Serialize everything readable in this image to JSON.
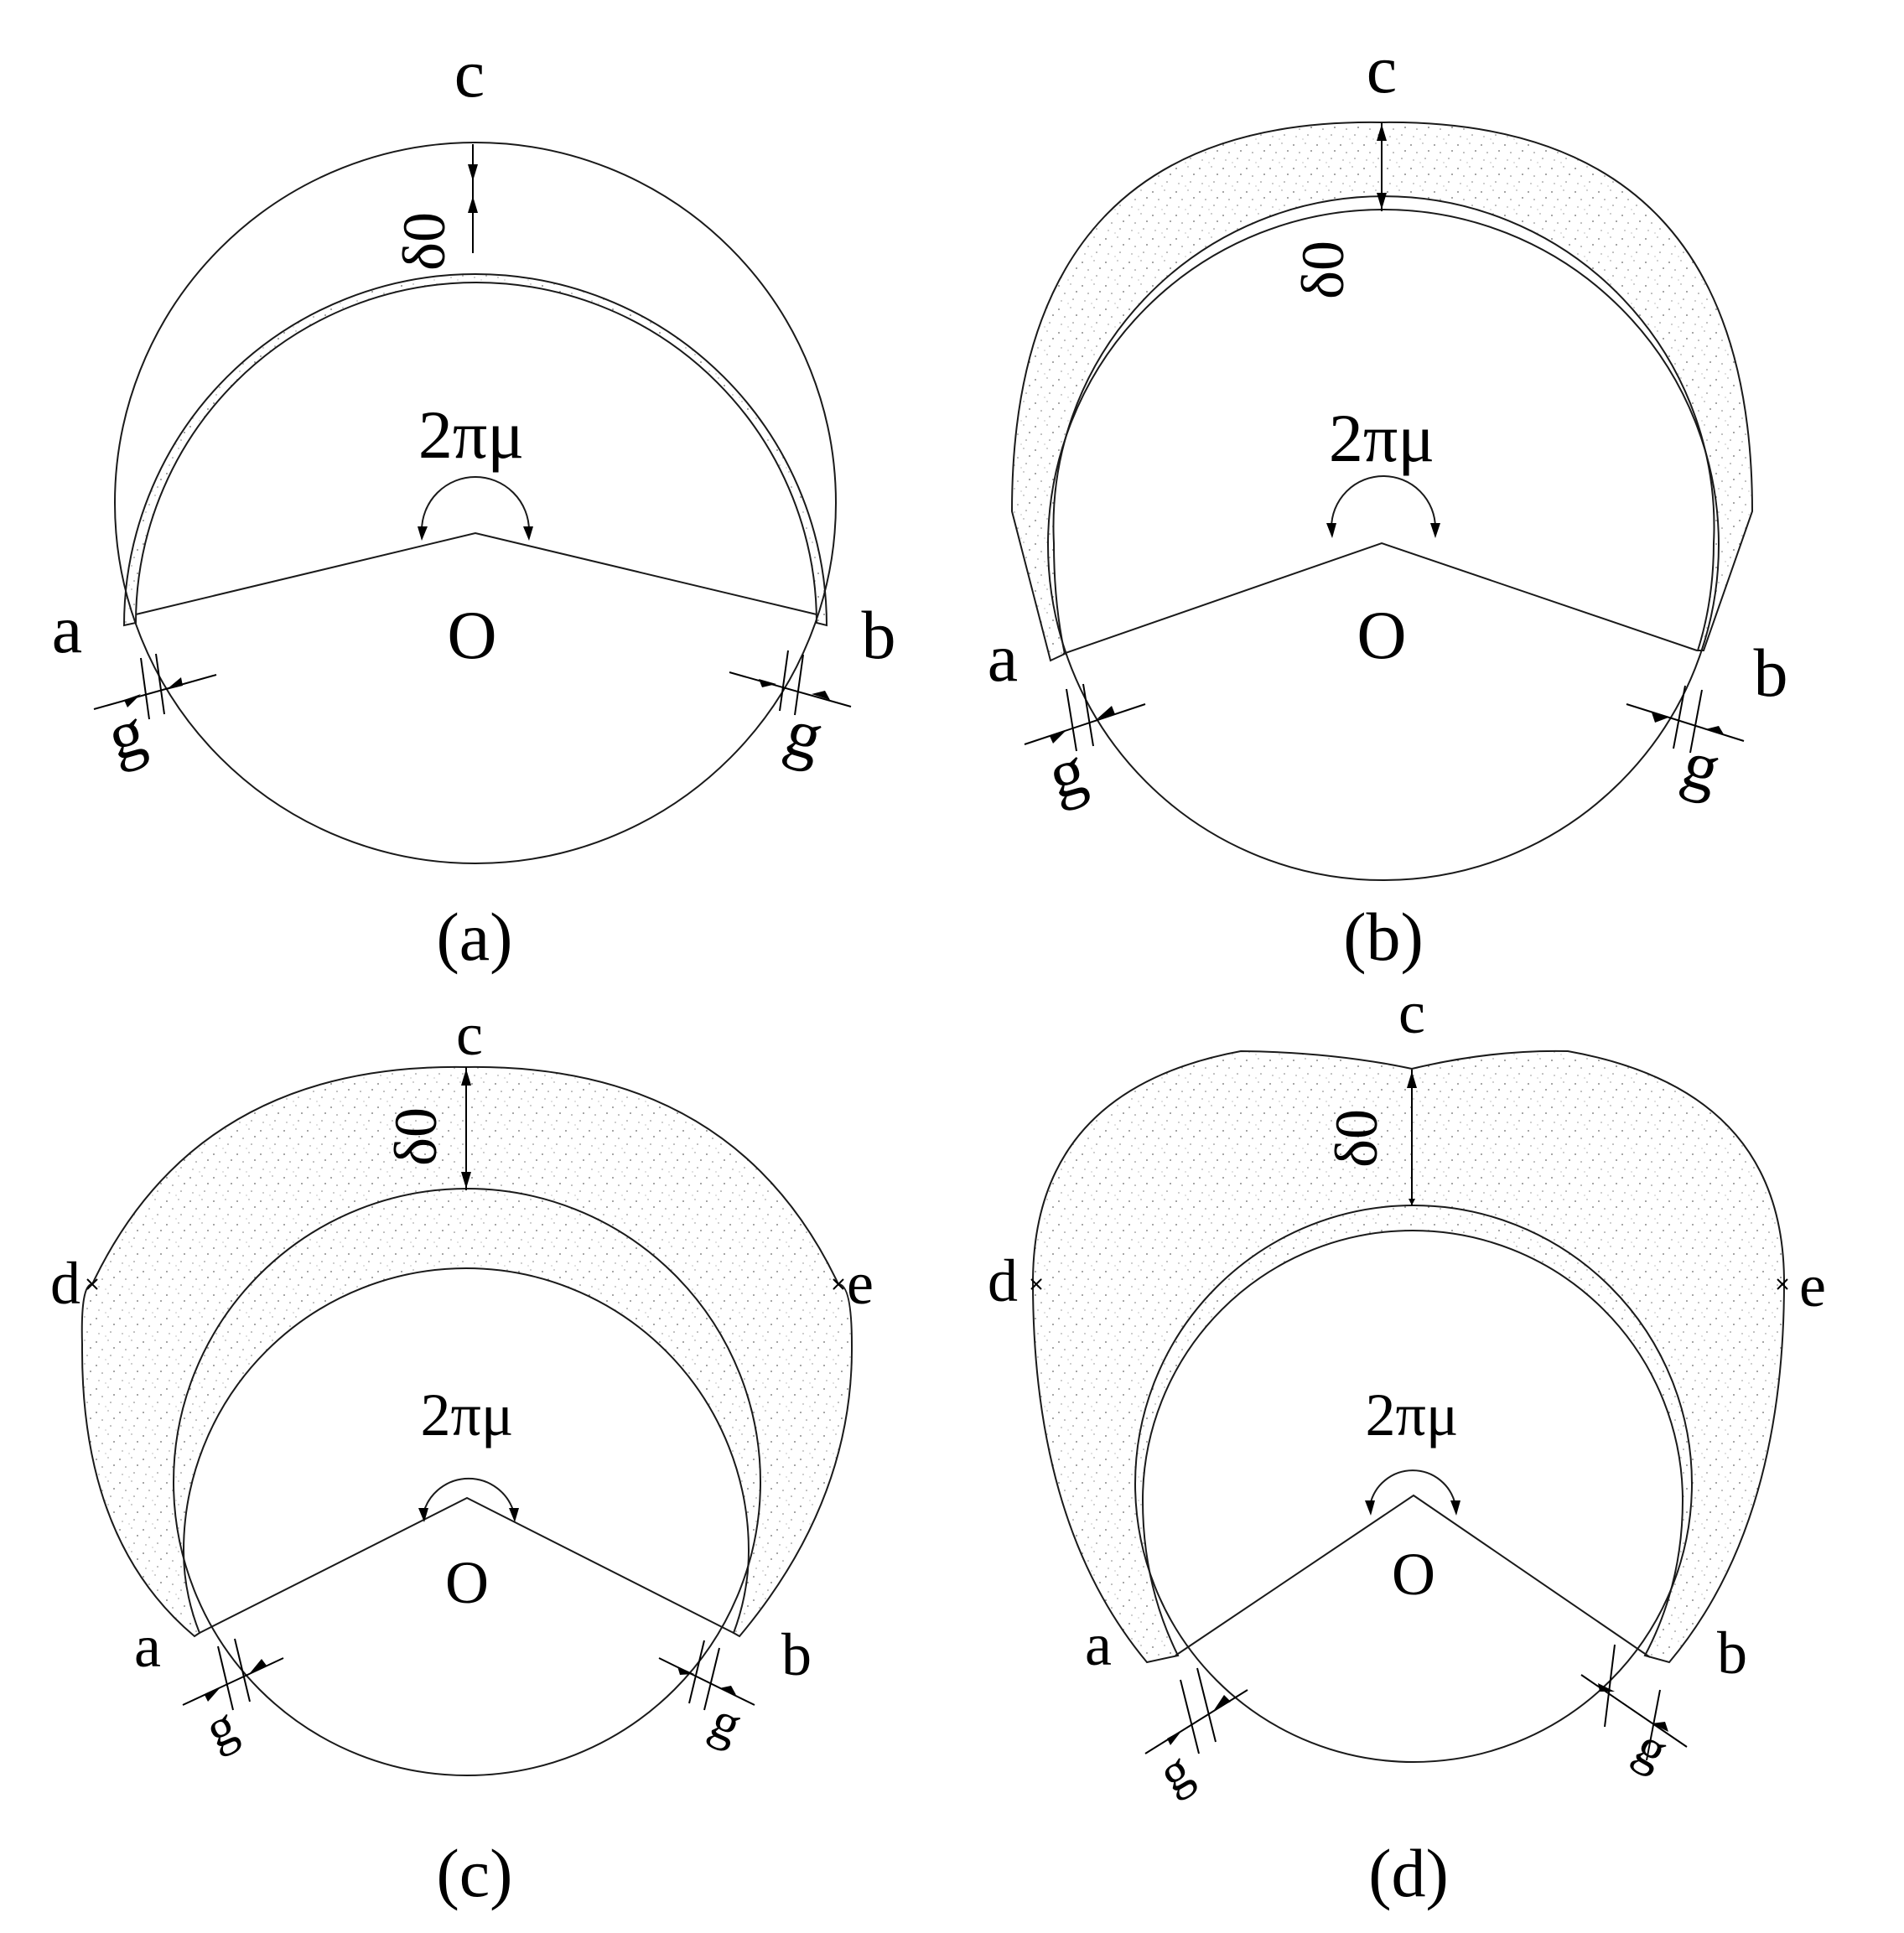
{
  "panels": [
    {
      "caption": "(a)",
      "labels": {
        "a": "a",
        "b": "b",
        "c": "c",
        "o": "O",
        "delta": "δ0",
        "angle": "2πμ",
        "g1": "g",
        "g2": "g"
      }
    },
    {
      "caption": "(b)",
      "labels": {
        "a": "a",
        "b": "b",
        "c": "c",
        "o": "O",
        "delta": "δ0",
        "angle": "2πμ",
        "g1": "g",
        "g2": "g"
      }
    },
    {
      "caption": "(c)",
      "labels": {
        "a": "a",
        "b": "b",
        "c": "c",
        "d": "d",
        "e": "e",
        "o": "O",
        "delta": "δ0",
        "angle": "2πμ",
        "g1": "g",
        "g2": "g"
      }
    },
    {
      "caption": "(d)",
      "labels": {
        "a": "a",
        "b": "b",
        "c": "c",
        "d": "d",
        "e": "e",
        "o": "O",
        "delta": "δ0",
        "angle": "2πμ",
        "g1": "g",
        "g2": "g"
      }
    }
  ]
}
